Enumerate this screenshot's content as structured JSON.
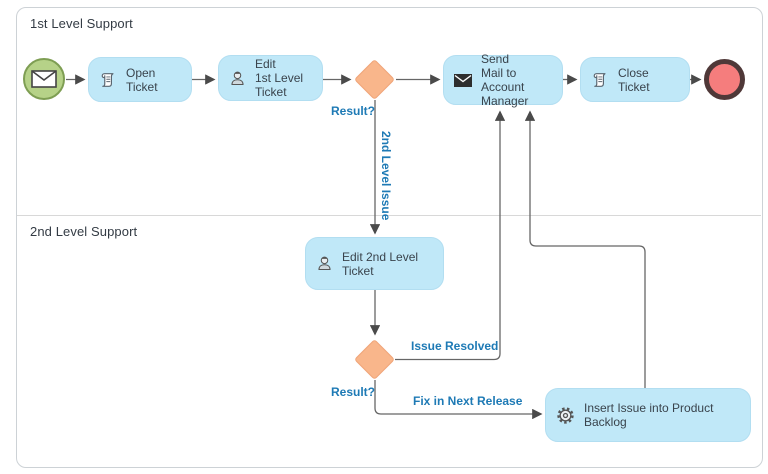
{
  "lanes": [
    {
      "label": "1st Level Support"
    },
    {
      "label": "2nd Level Support"
    }
  ],
  "tasks": {
    "open_ticket": {
      "label": "Open Ticket",
      "icon": "scroll-icon"
    },
    "edit_first_level": {
      "label": "Edit\n1st Level Ticket",
      "icon": "user-icon"
    },
    "send_mail": {
      "label": "Send\nMail to Account\nManager",
      "icon": "mail-icon"
    },
    "close_ticket": {
      "label": "Close Ticket",
      "icon": "scroll-icon"
    },
    "edit_second_level": {
      "label": "Edit 2nd Level\nTicket",
      "icon": "user-icon"
    },
    "insert_backlog": {
      "label": "Insert Issue into Product Backlog",
      "icon": "gear-icon"
    }
  },
  "events": {
    "start": {
      "icon": "envelope-icon"
    },
    "end": {
      "icon": ""
    }
  },
  "gateways": {
    "first": {
      "label": "Result?"
    },
    "second": {
      "label": "Result?"
    }
  },
  "flow_labels": {
    "second_level_issue": "2nd Level Issue",
    "issue_resolved": "Issue Resolved",
    "fix_in_next_release": "Fix in Next Release"
  },
  "colors": {
    "task_fill": "#c0e8f8",
    "gateway_fill": "#f9b68b",
    "start_fill": "#b6d288",
    "start_border": "#7e9e53",
    "end_fill": "#f57d7d",
    "end_border": "#4f3838",
    "flow_label_blue": "#1e7ab5",
    "line_gray": "#666666",
    "text_dark": "#39434c"
  }
}
